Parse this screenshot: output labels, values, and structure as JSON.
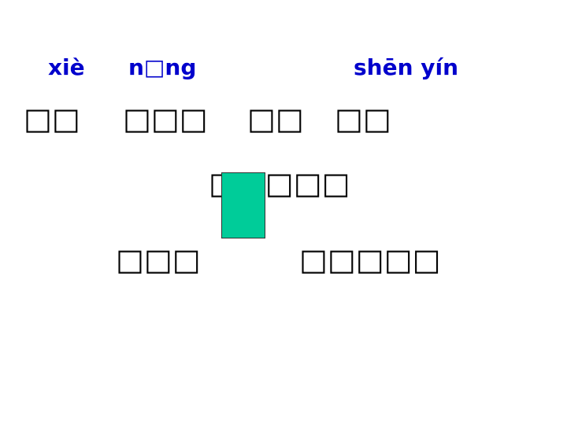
{
  "pinyin": {
    "word1": "xiè",
    "word2": "n□ng",
    "word3": "shēn yín"
  },
  "rows": {
    "row1": [
      "□□",
      "□□□",
      "□□",
      "□□"
    ],
    "row2": "□□□□□",
    "row3": [
      "□□□",
      "□□□□□"
    ]
  },
  "colors": {
    "pinyin": "#0000cc",
    "block": "#00cc99"
  }
}
